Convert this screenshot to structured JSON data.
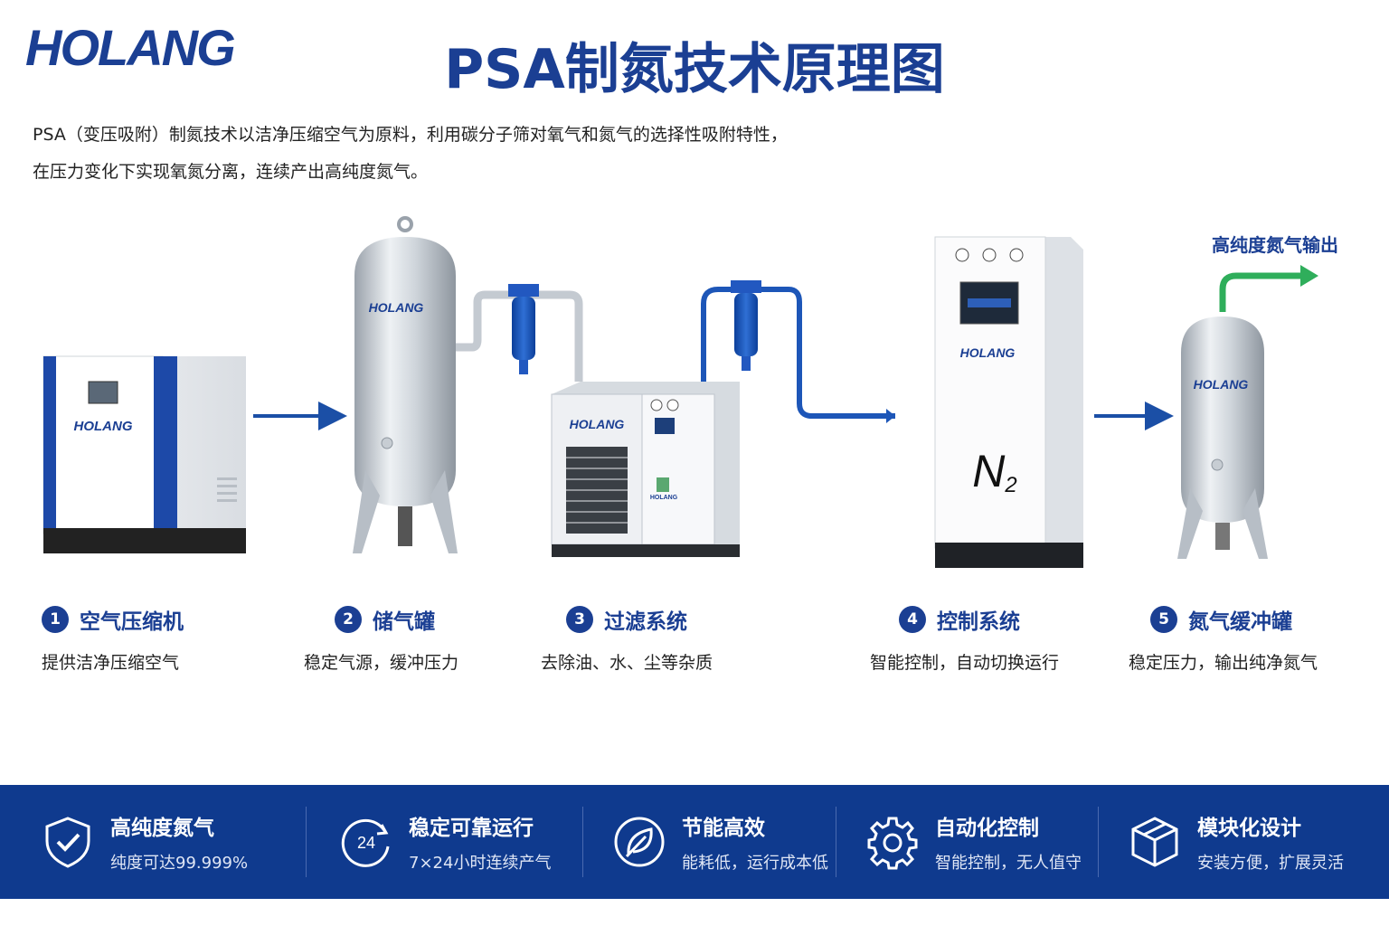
{
  "brand": "HOLANG",
  "title": "PSA制氮技术原理图",
  "intro": [
    "PSA（变压吸附）制氮技术以洁净压缩空气为原料，利用碳分子筛对氧气和氮气的选择性吸附特性，",
    "在压力变化下实现氧氮分离，连续产出高纯度氮气。"
  ],
  "output_label": "高纯度氮气输出",
  "n2_label": "N",
  "n2_sub": "2",
  "stages": [
    {
      "num": "1",
      "title": "空气压缩机",
      "desc": "提供洁净压缩空气"
    },
    {
      "num": "2",
      "title": "储气罐",
      "desc": "稳定气源，缓冲压力"
    },
    {
      "num": "3",
      "title": "过滤系统",
      "desc": "去除油、水、尘等杂质"
    },
    {
      "num": "4",
      "title": "控制系统",
      "desc": "智能控制，自动切换运行"
    },
    {
      "num": "5",
      "title": "氮气缓冲罐",
      "desc": "稳定压力，输出纯净氮气"
    }
  ],
  "features": [
    {
      "title": "高纯度氮气",
      "desc": "纯度可达99.999%",
      "icon": "shield-check-icon"
    },
    {
      "title": "稳定可靠运行",
      "desc": "7×24小时连续产气",
      "icon": "clock-24-icon",
      "icon_text": "24"
    },
    {
      "title": "节能高效",
      "desc": "能耗低，运行成本低",
      "icon": "leaf-icon"
    },
    {
      "title": "自动化控制",
      "desc": "智能控制，无人值守",
      "icon": "gear-icon"
    },
    {
      "title": "模块化设计",
      "desc": "安装方便，扩展灵活",
      "icon": "cube-icon"
    }
  ],
  "colors": {
    "brand_blue": "#1b3f93",
    "brand_red": "#d9241b",
    "band": "#0f3a8e",
    "arrow_green": "#2fae5b"
  }
}
